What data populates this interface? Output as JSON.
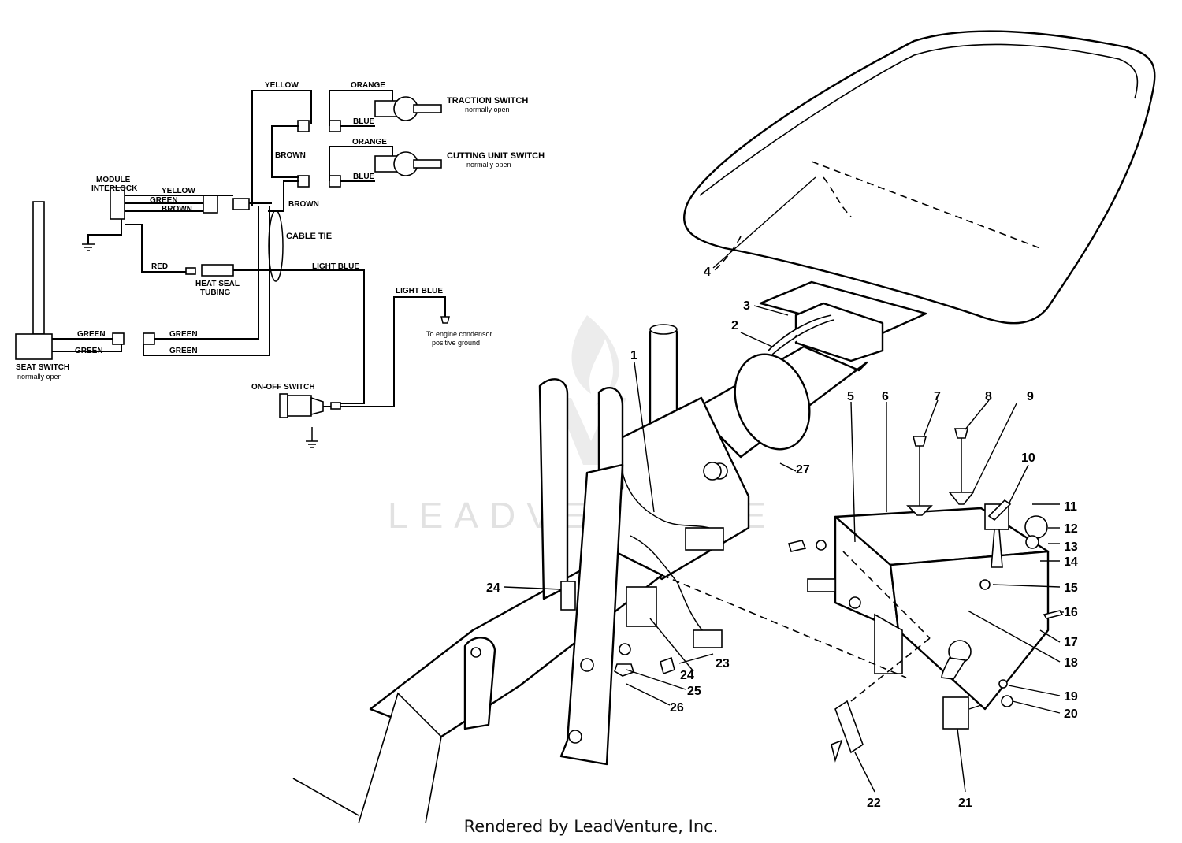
{
  "wiring": {
    "wires": {
      "yellow_top": "YELLOW",
      "orange_top": "ORANGE",
      "blue_top": "BLUE",
      "brown_mid": "BROWN",
      "orange_mid": "ORANGE",
      "blue_mid": "BLUE",
      "yellow_module": "YELLOW",
      "green_module": "GREEN",
      "brown_module": "BROWN",
      "brown_right": "BROWN",
      "red": "RED",
      "light_blue_1": "LIGHT BLUE",
      "light_blue_2": "LIGHT BLUE",
      "green_seat_1": "GREEN",
      "green_seat_2": "GREEN",
      "green_seat_3": "GREEN",
      "green_seat_4": "GREEN"
    },
    "components": {
      "traction_switch": {
        "name": "TRACTION SWITCH",
        "note": "normally open"
      },
      "cutting_unit_switch": {
        "name": "CUTTING UNIT SWITCH",
        "note": "normally open"
      },
      "module_interlock_line1": "MODULE",
      "module_interlock_line2": "INTERLOCK",
      "cable_tie": "CABLE TIE",
      "heat_seal_line1": "HEAT SEAL",
      "heat_seal_line2": "TUBING",
      "engine_condensor_line1": "To engine condensor",
      "engine_condensor_line2": "positive ground",
      "seat_switch": {
        "name": "SEAT SWITCH",
        "note": "normally open"
      },
      "on_off_switch": "ON-OFF SWITCH"
    }
  },
  "callouts": [
    "1",
    "2",
    "3",
    "4",
    "5",
    "6",
    "7",
    "8",
    "9",
    "10",
    "11",
    "12",
    "13",
    "14",
    "15",
    "16",
    "17",
    "18",
    "19",
    "20",
    "21",
    "22",
    "23",
    "24",
    "24",
    "25",
    "26",
    "27"
  ],
  "watermark": "LEADVENTURE",
  "footer": "Rendered by LeadVenture, Inc."
}
